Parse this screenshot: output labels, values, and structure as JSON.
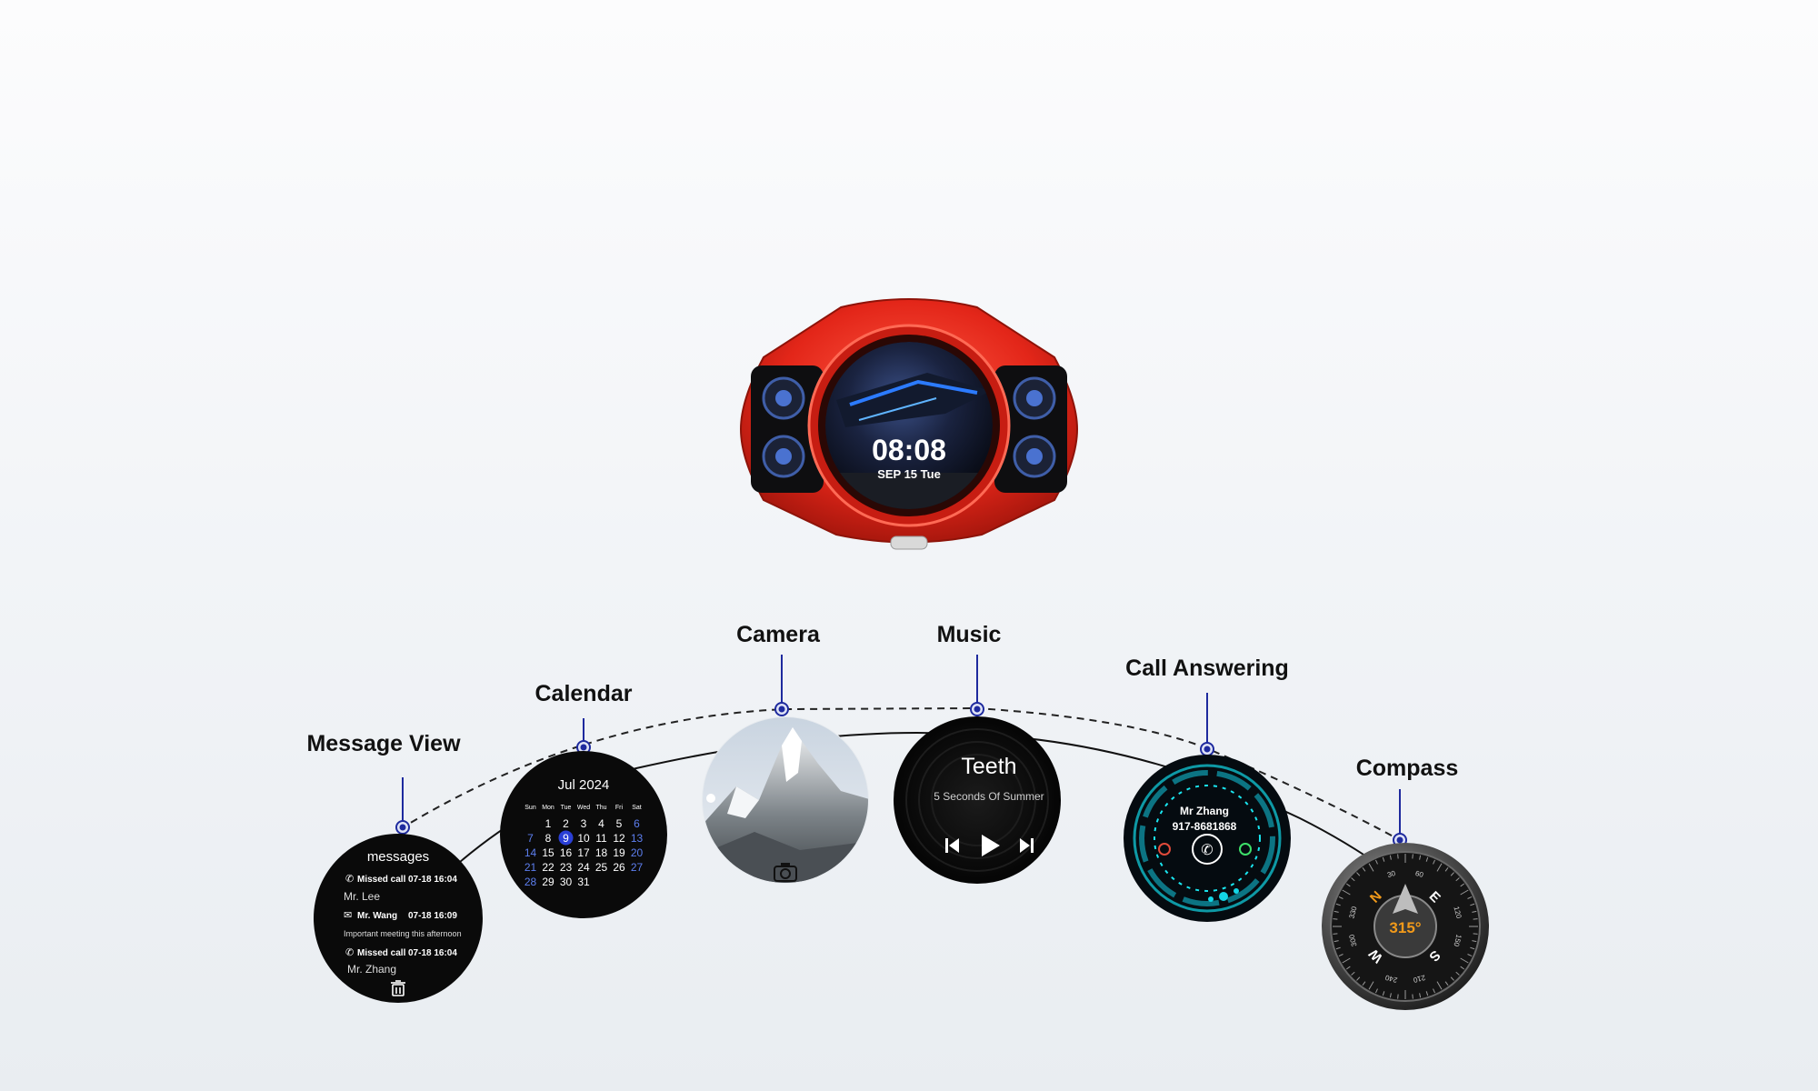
{
  "accent_color": "#1e2a9e",
  "device": {
    "body_color": "#e32619",
    "time": "08:08",
    "date": "SEP 15 Tue"
  },
  "features": [
    {
      "label": "Message View"
    },
    {
      "label": "Calendar"
    },
    {
      "label": "Camera"
    },
    {
      "label": "Music"
    },
    {
      "label": "Call Answering"
    },
    {
      "label": "Compass"
    }
  ],
  "messages_screen": {
    "title": "messages",
    "entries": [
      {
        "type_label": "Missed call",
        "time": "07-18 16:04",
        "detail": "Mr. Lee",
        "icon": "phone-icon"
      },
      {
        "type_label": "Mr. Wang",
        "time": "07-18 16:09",
        "detail": "Important meeting this afternoon",
        "icon": "mail-icon"
      },
      {
        "type_label": "Missed call",
        "time": "07-18 16:04",
        "detail": "Mr. Zhang",
        "icon": "phone-icon"
      }
    ],
    "footer_icon": "trash-icon"
  },
  "calendar_screen": {
    "title": "Jul 2024",
    "weekdays": [
      "Sun",
      "Mon",
      "Tue",
      "Wed",
      "Thu",
      "Fri",
      "Sat"
    ],
    "weeks": [
      [
        "",
        "1",
        "2",
        "3",
        "4",
        "5",
        "6"
      ],
      [
        "7",
        "8",
        "9",
        "10",
        "11",
        "12",
        "13"
      ],
      [
        "14",
        "15",
        "16",
        "17",
        "18",
        "19",
        "20"
      ],
      [
        "21",
        "22",
        "23",
        "24",
        "25",
        "26",
        "27"
      ],
      [
        "28",
        "29",
        "30",
        "31",
        "",
        "",
        ""
      ]
    ],
    "today": "9",
    "weekend_color": "#5d7ff0",
    "today_color": "#2a3fd6"
  },
  "camera_screen": {
    "shutter_icon": "camera-icon"
  },
  "music_screen": {
    "song": "Teeth",
    "artist": "5 Seconds Of Summer",
    "controls": [
      "previous-icon",
      "play-icon",
      "next-icon"
    ]
  },
  "call_screen": {
    "caller": "Mr Zhang",
    "number": "917-8681868",
    "ring_color": "#13d6e6"
  },
  "compass_screen": {
    "heading": "315°",
    "cardinals": [
      "N",
      "E",
      "S",
      "W"
    ],
    "ticks": [
      "30",
      "60",
      "120",
      "150",
      "210",
      "240",
      "300",
      "330"
    ],
    "heading_color": "#f29a1a"
  }
}
